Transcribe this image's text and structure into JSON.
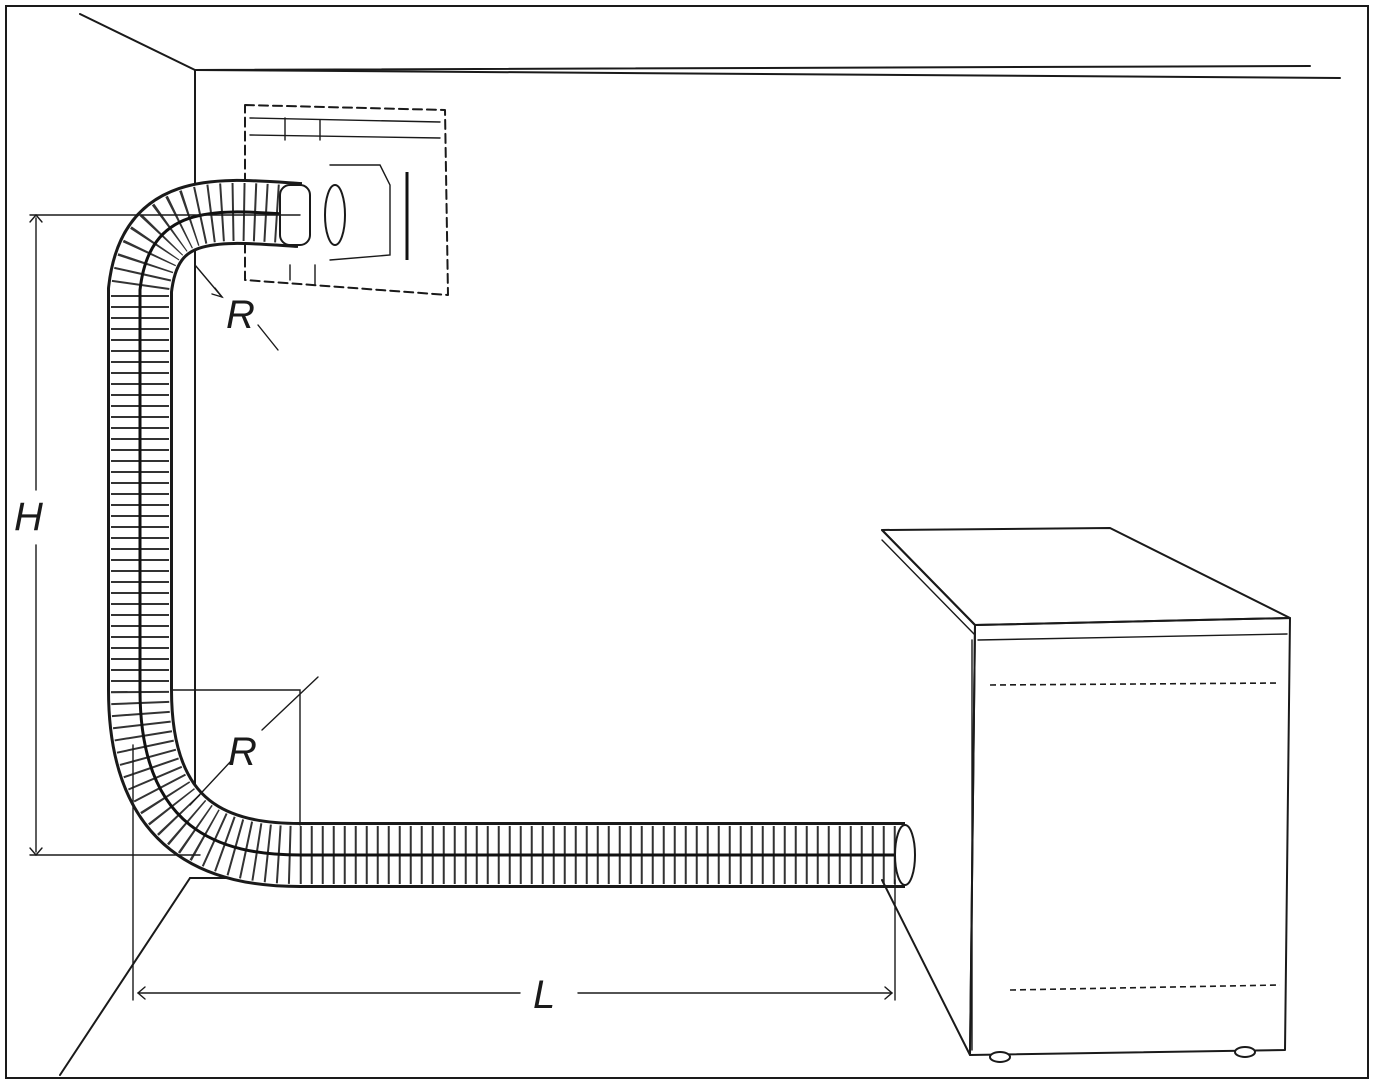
{
  "labels": {
    "height": "H",
    "radius_top": "R",
    "radius_bottom": "R",
    "length": "L"
  },
  "colors": {
    "line": "#1a1a1a",
    "background": "#ffffff"
  }
}
